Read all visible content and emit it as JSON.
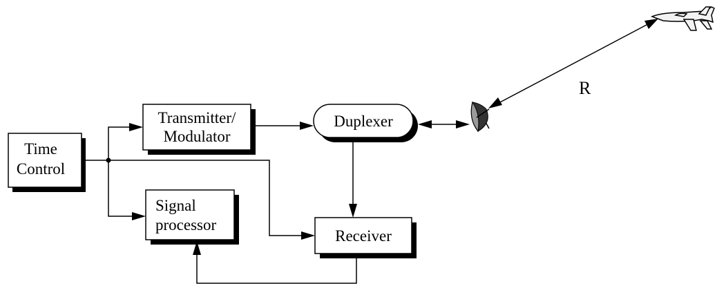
{
  "blocks": {
    "time_control": [
      "Time",
      "Control"
    ],
    "transmitter": [
      "Transmitter/",
      "Modulator"
    ],
    "duplexer": "Duplexer",
    "signal_processor": [
      "Signal",
      "processor"
    ],
    "receiver": "Receiver"
  },
  "range_label": "R",
  "icons": {
    "antenna": "radar-dish-icon",
    "target": "jet-aircraft-icon"
  }
}
